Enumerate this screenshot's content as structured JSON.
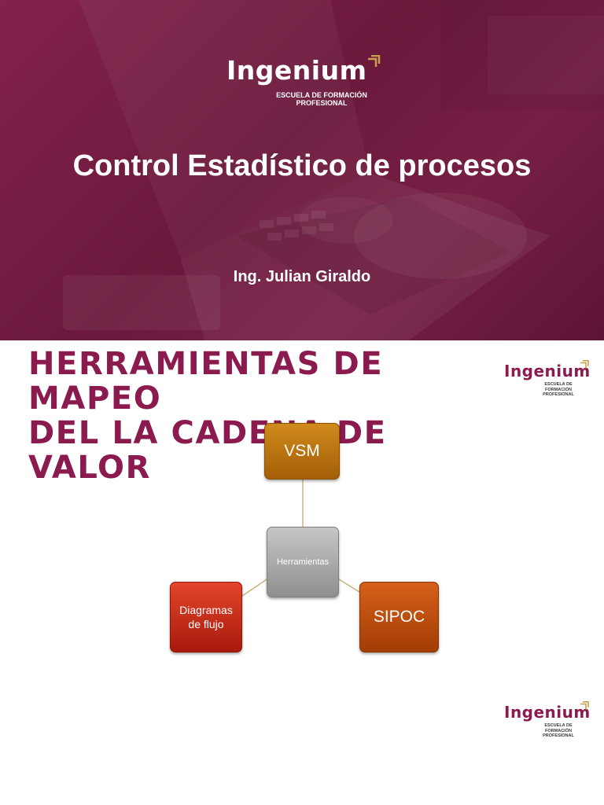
{
  "brand": {
    "name": "Ingenium",
    "subtitle_line1": "ESCUELA DE FORMACIÓN",
    "subtitle_line2": "PROFESIONAL",
    "colors": {
      "burgundy": "#8b1b4f",
      "gold": "#c9a14a"
    }
  },
  "slide1": {
    "title": "Control Estadístico de procesos",
    "author": "Ing. Julian Giraldo"
  },
  "slide2": {
    "heading_line1": "HERRAMIENTAS DE MAPEO",
    "heading_line2": "DEL LA CADENA DE VALOR",
    "nodes": {
      "center": "Herramientas",
      "top": "VSM",
      "left": "Diagramas de flujo",
      "right": "SIPOC"
    }
  }
}
